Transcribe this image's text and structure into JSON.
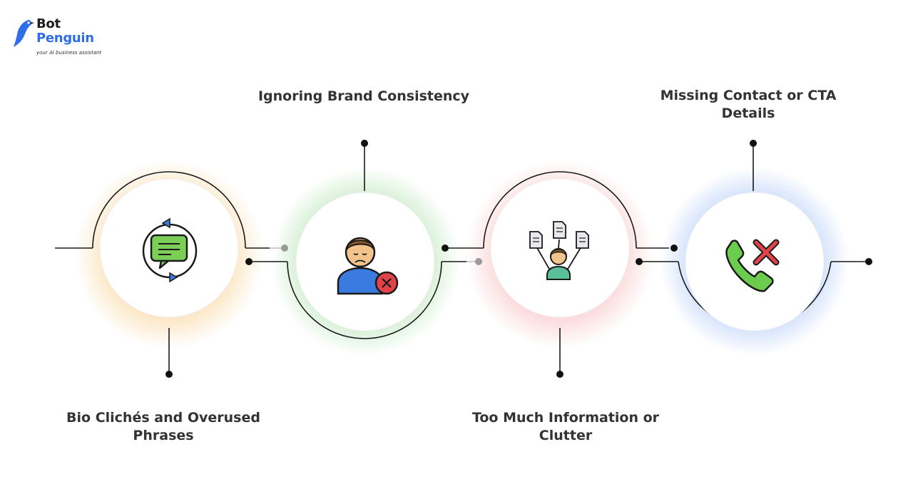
{
  "brand": {
    "name_line1": "Bot",
    "name_line2": "Penguin",
    "tagline": "your AI business assistant",
    "accent_color": "#2f6ee8"
  },
  "steps": [
    {
      "label": "Bio Clichés and Overused Phrases",
      "icon": "chat-refresh-icon",
      "glow_color": "#f6c26b"
    },
    {
      "label": "Ignoring Brand Consistency",
      "icon": "sad-person-error-icon",
      "glow_color": "#8fd68a"
    },
    {
      "label": "Too Much Information or Clutter",
      "icon": "person-documents-overload-icon",
      "glow_color": "#f59a9a"
    },
    {
      "label": "Missing Contact or CTA Details",
      "icon": "phone-cancel-icon",
      "glow_color": "#8fb4f5"
    }
  ]
}
